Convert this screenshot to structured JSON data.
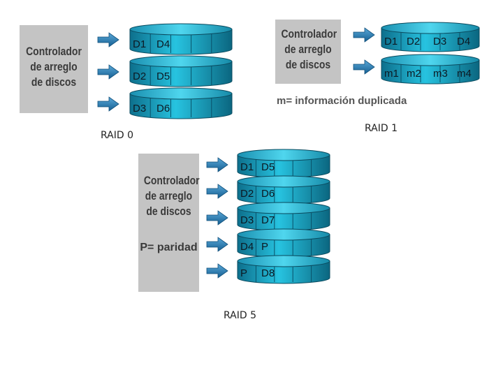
{
  "controller_label": "Controlador\nde arreglo\nde discos",
  "raid0": {
    "caption": "RAID 0",
    "disks": [
      [
        "D1",
        "D4"
      ],
      [
        "D2",
        "D5"
      ],
      [
        "D3",
        "D6"
      ]
    ]
  },
  "raid1": {
    "caption": "RAID 1",
    "note": "m= información duplicada",
    "disks": [
      [
        "D1",
        "D2",
        "D3",
        "D4"
      ],
      [
        "m1",
        "m2",
        "m3",
        "m4"
      ]
    ]
  },
  "raid5": {
    "caption": "RAID 5",
    "note": "P= paridad",
    "disks": [
      [
        "D1",
        "D5"
      ],
      [
        "D2",
        "D6"
      ],
      [
        "D3",
        "D7"
      ],
      [
        "D4",
        "P"
      ],
      [
        "P",
        "D8"
      ]
    ]
  },
  "colors": {
    "disk_body": "#1aa7c4",
    "disk_top": "#2bc0dc",
    "arrow": "#1e7fb0",
    "panel": "#c4c4c4"
  }
}
